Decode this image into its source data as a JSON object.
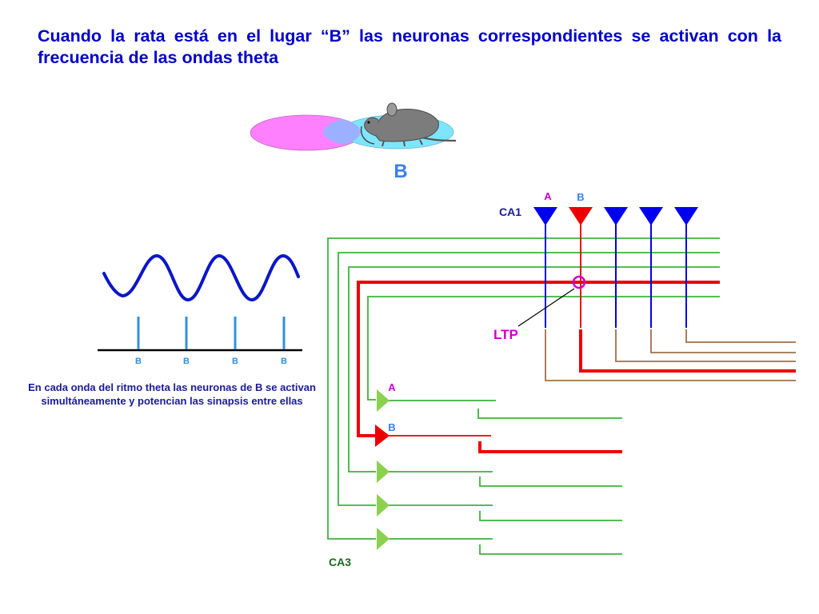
{
  "title": "Cuando la rata está en el lugar “B” las neuronas correspondientes se activan con la frecuencia de las ondas theta",
  "place_label": "B",
  "ca1": {
    "region_label": "CA1",
    "cell_label_a": "A",
    "cell_label_b": "B"
  },
  "ca3": {
    "region_label": "CA3",
    "cell_label_a": "A",
    "cell_label_b": "B"
  },
  "ltp_label": "LTP",
  "theta": {
    "spike_labels": [
      "B",
      "B",
      "B",
      "B"
    ],
    "caption": "En cada onda del ritmo theta las neuronas de B se activan simultáneamente y potencian las sinapsis entre ellas"
  },
  "colors": {
    "title": "#0000cc",
    "place_field_a": "#ff80ff",
    "place_field_b": "#7fe5ff",
    "ca1_neuron": "#0000ee",
    "active_neuron": "#ff0000",
    "ca3_neuron": "#8cd050",
    "schaffer_fiber": "#3cb33c",
    "output_axon": "#a0704a",
    "ltp_label": "#cc00cc",
    "spike": "#3090e0"
  }
}
